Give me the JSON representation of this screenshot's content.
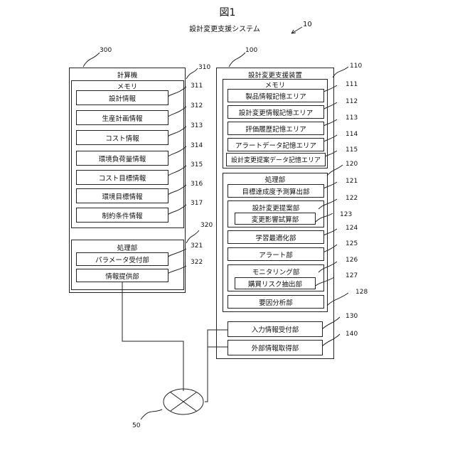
{
  "figure": {
    "title": "図1",
    "system_name": "設計変更支援システム",
    "system_ref": "10"
  },
  "computer": {
    "ref": "300",
    "label": "計算機",
    "memory": {
      "ref": "310",
      "label": "メモリ",
      "items": [
        {
          "ref": "311",
          "label": "設計情報"
        },
        {
          "ref": "312",
          "label": "生産計画情報"
        },
        {
          "ref": "313",
          "label": "コスト情報"
        },
        {
          "ref": "314",
          "label": "環境負荷量情報"
        },
        {
          "ref": "315",
          "label": "コスト目標情報"
        },
        {
          "ref": "316",
          "label": "環境目標情報"
        },
        {
          "ref": "317",
          "label": "制約条件情報"
        }
      ]
    },
    "processor": {
      "ref": "320",
      "label": "処理部",
      "items": [
        {
          "ref": "321",
          "label": "パラメータ受付部"
        },
        {
          "ref": "322",
          "label": "情報提供部"
        }
      ]
    }
  },
  "device": {
    "ref": "100",
    "label": "設計変更支援装置",
    "memory": {
      "ref": "110",
      "label": "メモリ",
      "items": [
        {
          "ref": "111",
          "label": "製品情報記憶エリア"
        },
        {
          "ref": "112",
          "label": "設計変更情報記憶エリア"
        },
        {
          "ref": "113",
          "label": "評価履歴記憶エリア"
        },
        {
          "ref": "114",
          "label": "アラートデータ記憶エリア"
        },
        {
          "ref": "115",
          "label": "設計変更提案データ記憶エリア"
        }
      ]
    },
    "processor": {
      "ref": "120",
      "label": "処理部",
      "target_prediction": {
        "ref": "121",
        "label": "目標達成度予測算出部"
      },
      "proposal": {
        "ref": "122",
        "label": "設計変更提案部",
        "sub": {
          "ref": "123",
          "label": "変更影響試算部"
        }
      },
      "learning": {
        "ref": "124",
        "label": "学習最適化部"
      },
      "alert": {
        "ref": "125",
        "label": "アラート部"
      },
      "monitoring": {
        "ref": "126",
        "label": "モニタリング部",
        "sub": {
          "ref": "127",
          "label": "購買リスク抽出部"
        }
      },
      "factor": {
        "ref": "128",
        "label": "要因分析部"
      }
    },
    "input_receiver": {
      "ref": "130",
      "label": "入力情報受付部"
    },
    "external_acquirer": {
      "ref": "140",
      "label": "外部情報取得部"
    }
  },
  "network": {
    "ref": "50"
  }
}
